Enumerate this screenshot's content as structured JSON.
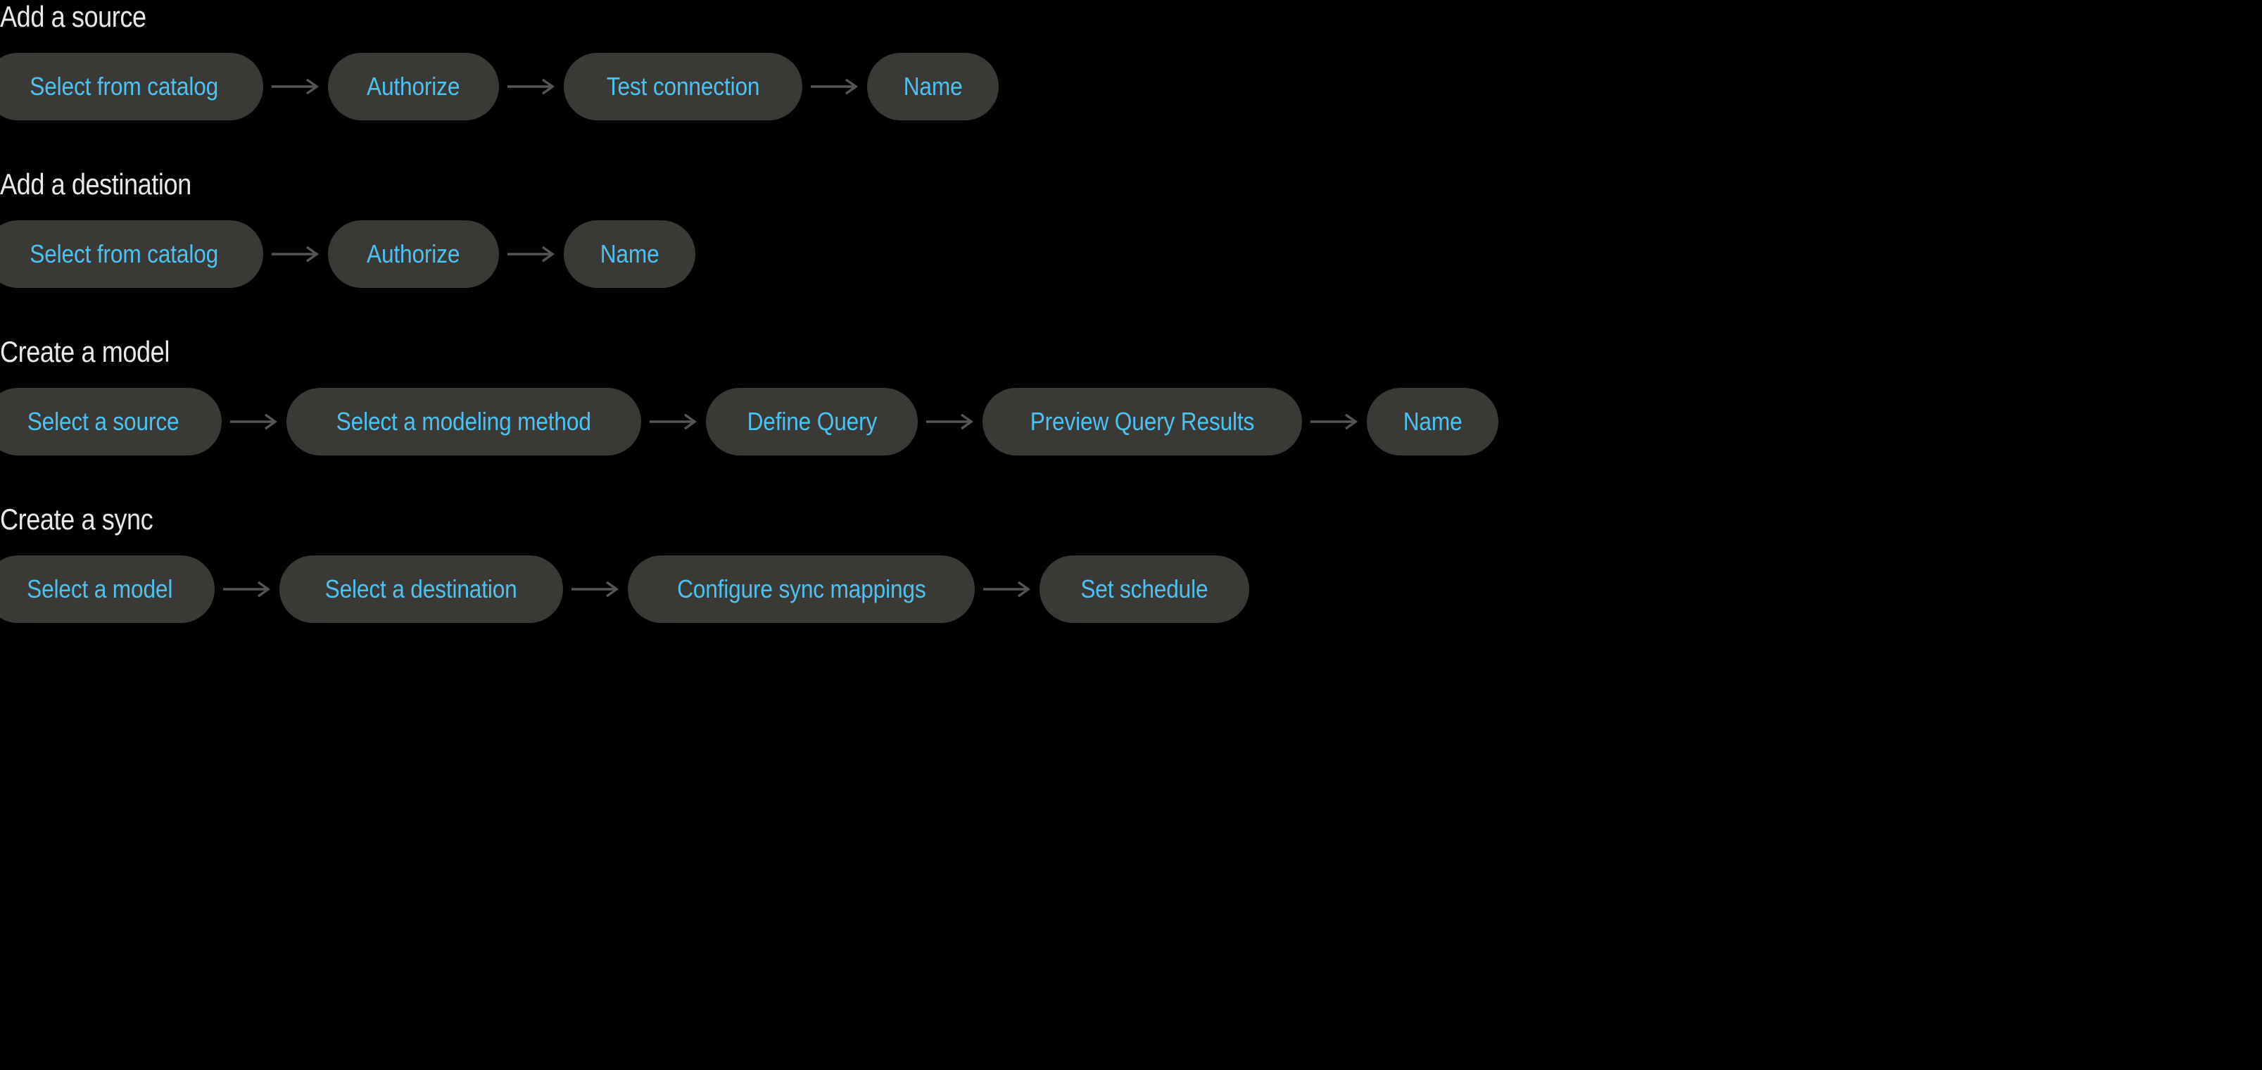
{
  "page": {
    "background_color": "#000000",
    "heading_color": "#e9e9e7",
    "pill_background_color": "#3a3935",
    "pill_label_color": "#4cc2f0",
    "arrow_color": "#555553",
    "arrow_glyph": "long-right-arrow"
  },
  "sections": [
    {
      "id": "add-a-source",
      "heading": "Add a source",
      "steps": [
        {
          "label": "Select from catalog"
        },
        {
          "label": "Authorize"
        },
        {
          "label": "Test connection"
        },
        {
          "label": "Name"
        }
      ]
    },
    {
      "id": "add-a-destination",
      "heading": "Add a destination",
      "steps": [
        {
          "label": "Select from catalog"
        },
        {
          "label": "Authorize"
        },
        {
          "label": "Name"
        }
      ]
    },
    {
      "id": "create-a-model",
      "heading": "Create a model",
      "steps": [
        {
          "label": "Select a source"
        },
        {
          "label": "Select a modeling method"
        },
        {
          "label": "Define Query"
        },
        {
          "label": "Preview Query Results"
        },
        {
          "label": "Name"
        }
      ]
    },
    {
      "id": "create-a-sync",
      "heading": "Create a sync",
      "steps": [
        {
          "label": "Select a model"
        },
        {
          "label": "Select a destination"
        },
        {
          "label": "Configure sync mappings"
        },
        {
          "label": "Set schedule"
        }
      ]
    }
  ]
}
